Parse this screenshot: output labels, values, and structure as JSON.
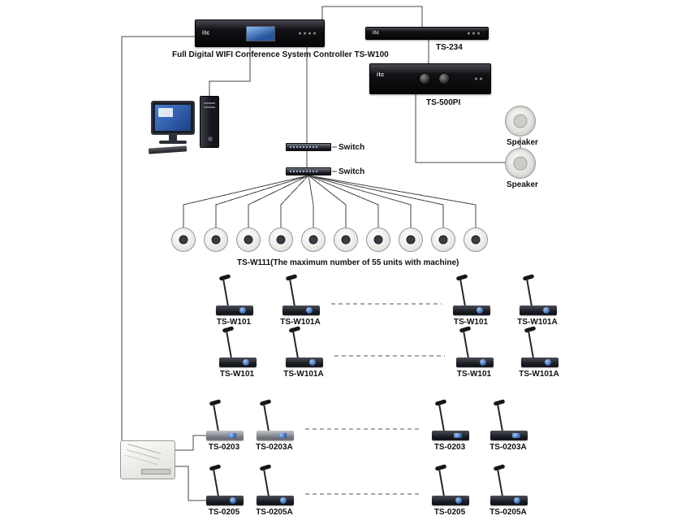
{
  "devices": {
    "controller": {
      "label": "Full Digital WIFI Conference System Controller TS-W100",
      "brand": "itc"
    },
    "ts234": {
      "label": "TS-234",
      "brand": "itc"
    },
    "ts500pi": {
      "label": "TS-500PI",
      "brand": "itc"
    },
    "speakers": [
      {
        "label": "Speaker"
      },
      {
        "label": "Speaker"
      }
    ],
    "switches": [
      {
        "label": "Switch"
      },
      {
        "label": "Switch"
      }
    ],
    "ceiling": {
      "label": "TS-W111(The maximum number of 55 units with machine)",
      "unit_count": 10
    }
  },
  "mics": {
    "rows": [
      {
        "labels": [
          "TS-W101",
          "TS-W101A",
          "TS-W101",
          "TS-W101A"
        ]
      },
      {
        "labels": [
          "TS-W101",
          "TS-W101A",
          "TS-W101",
          "TS-W101A"
        ]
      },
      {
        "labels": [
          "TS-0203",
          "TS-0203A",
          "TS-0203",
          "TS-0203A"
        ]
      },
      {
        "labels": [
          "TS-0205",
          "TS-0205A",
          "TS-0205",
          "TS-0205A"
        ]
      }
    ]
  },
  "colors": {
    "screen_blue": "#2d5fb0",
    "device_black": "#141418",
    "wire": "#444444"
  }
}
